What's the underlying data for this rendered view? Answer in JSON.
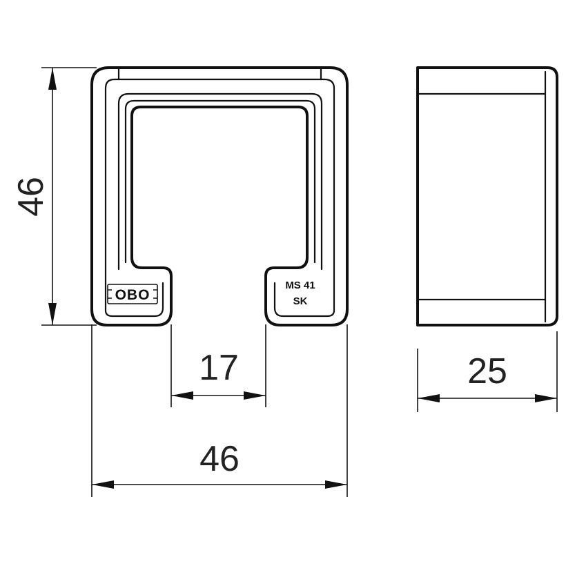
{
  "dimensions": {
    "height_label": "46",
    "width_label": "46",
    "opening_label": "17",
    "depth_label": "25"
  },
  "markings": {
    "logo_text": "OBO",
    "product_line1": "MS 41",
    "product_line2": "SK"
  }
}
